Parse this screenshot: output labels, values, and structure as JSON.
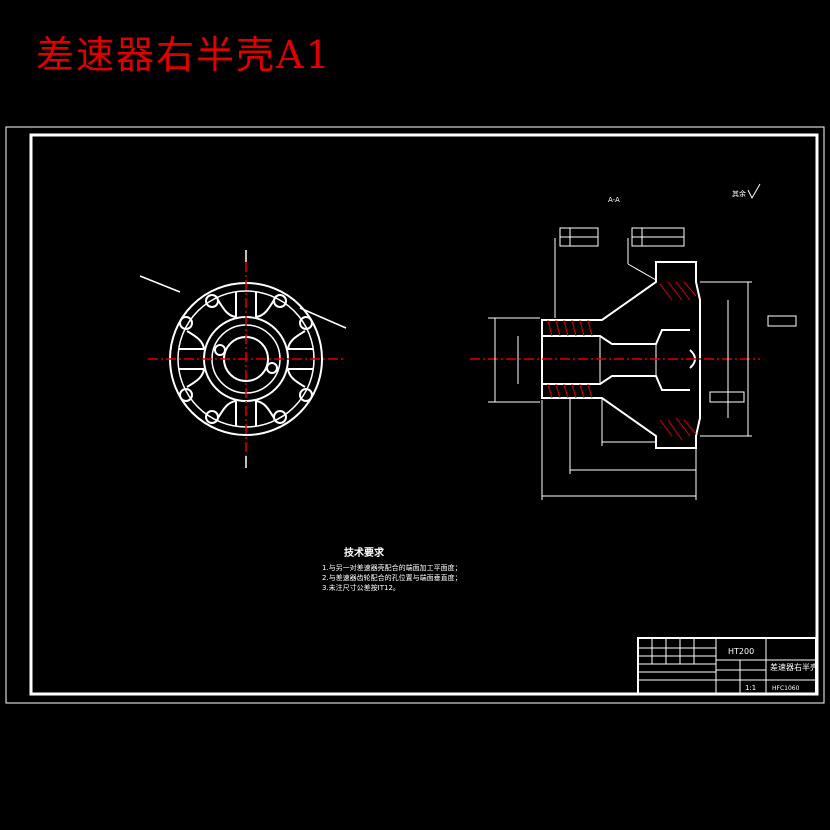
{
  "page_title": "差速器右半壳A1",
  "colors": {
    "background": "#000000",
    "title": "#e00000",
    "lines": "#ffffff",
    "centerline": "#e00000",
    "hatch": "#e00000"
  },
  "technical_requirements": {
    "heading": "技术要求",
    "items": [
      "1.与另一对差速器壳配合的端面加工平面度；",
      "2.与差速器齿轮配合的孔位置与端面垂直度；",
      "3.未注尺寸公差按IT12。"
    ]
  },
  "title_block": {
    "material": "HT200",
    "part_name": "差速器右半壳",
    "drawing_number": "HFC1060",
    "scale": "1:1"
  },
  "section_label": "A-A",
  "roughness_note": "其余"
}
